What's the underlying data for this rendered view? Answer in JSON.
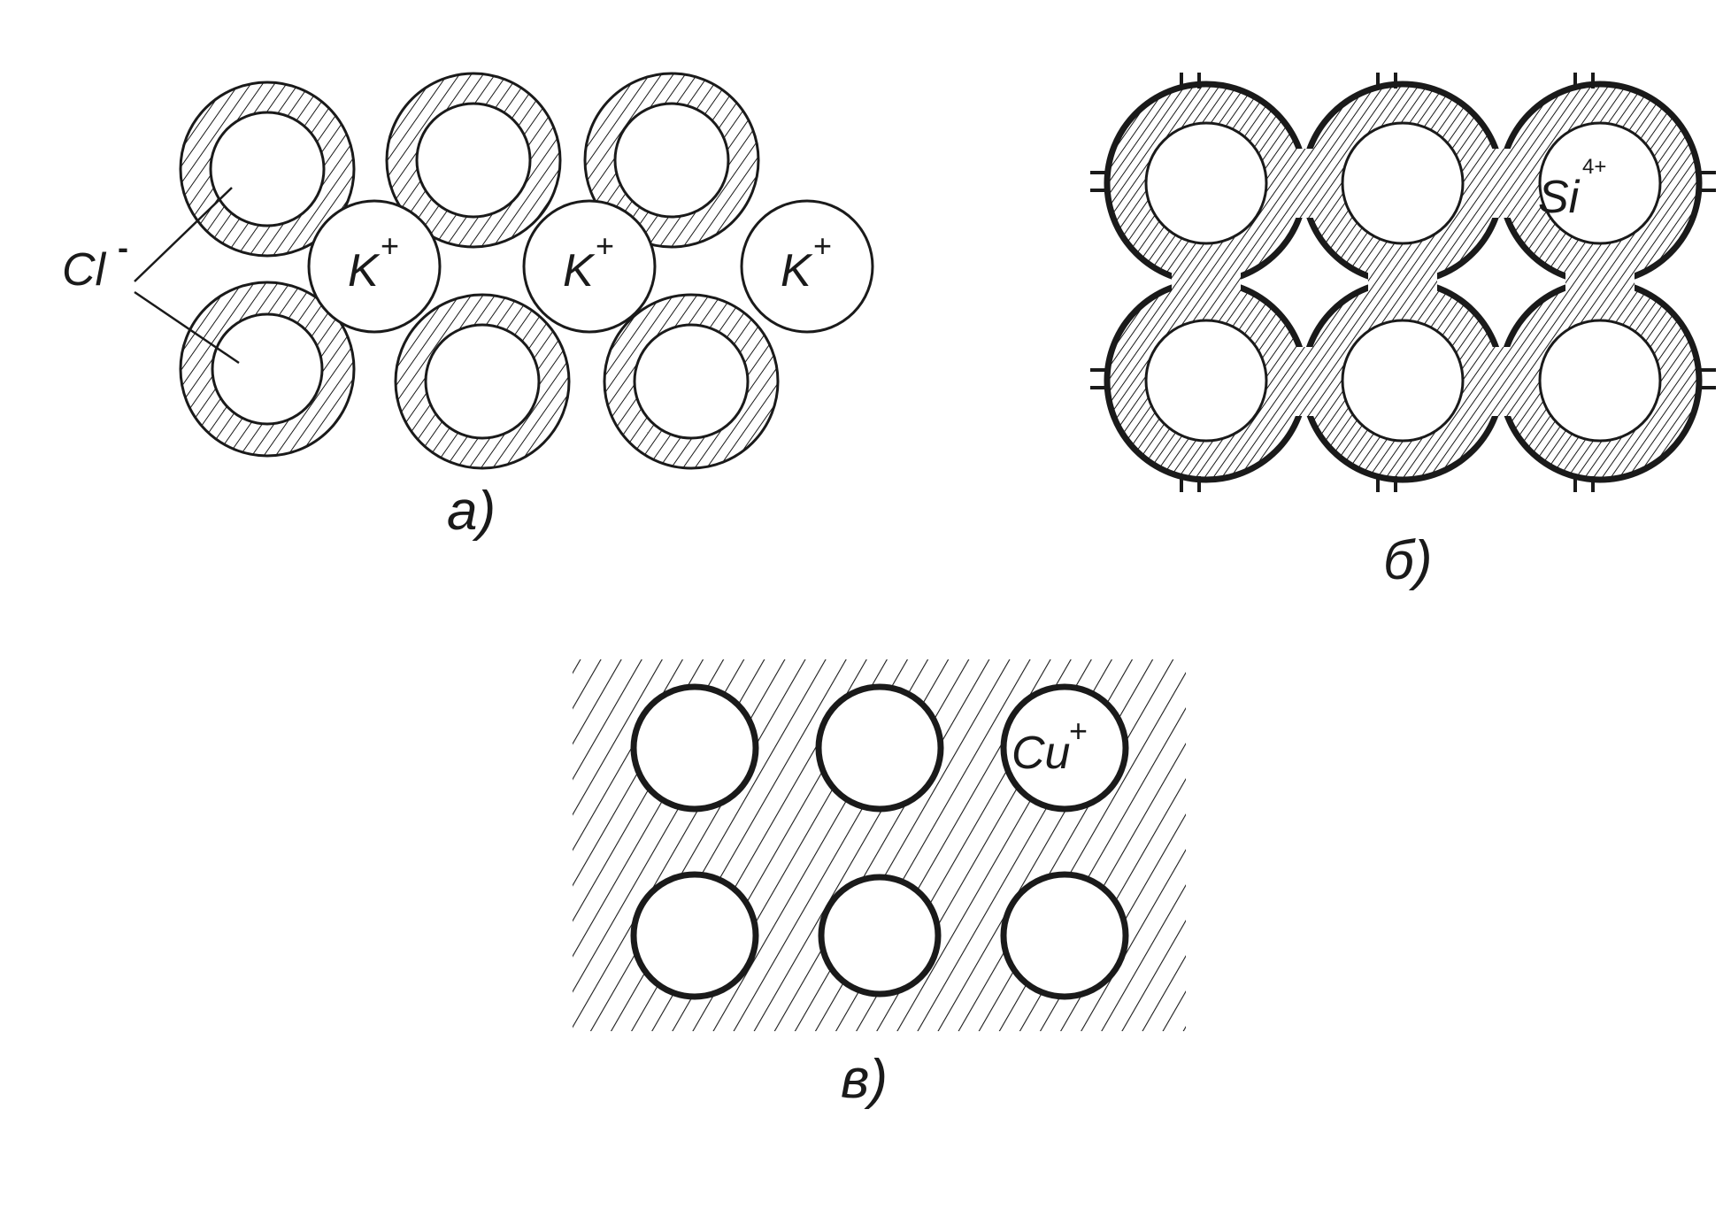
{
  "panels": {
    "a": {
      "caption": "а)",
      "anion_label": "Cl",
      "anion_charge": "-",
      "cation_label": "K",
      "cation_charge": "+"
    },
    "b": {
      "caption": "б)",
      "ion_label": "Si",
      "ion_charge": "4+"
    },
    "c": {
      "caption": "в)",
      "ion_label": "Cu",
      "ion_charge": "+"
    }
  },
  "colors": {
    "stroke": "#1a1a1a",
    "background": "#ffffff",
    "shell_fill": "#ffffff"
  }
}
